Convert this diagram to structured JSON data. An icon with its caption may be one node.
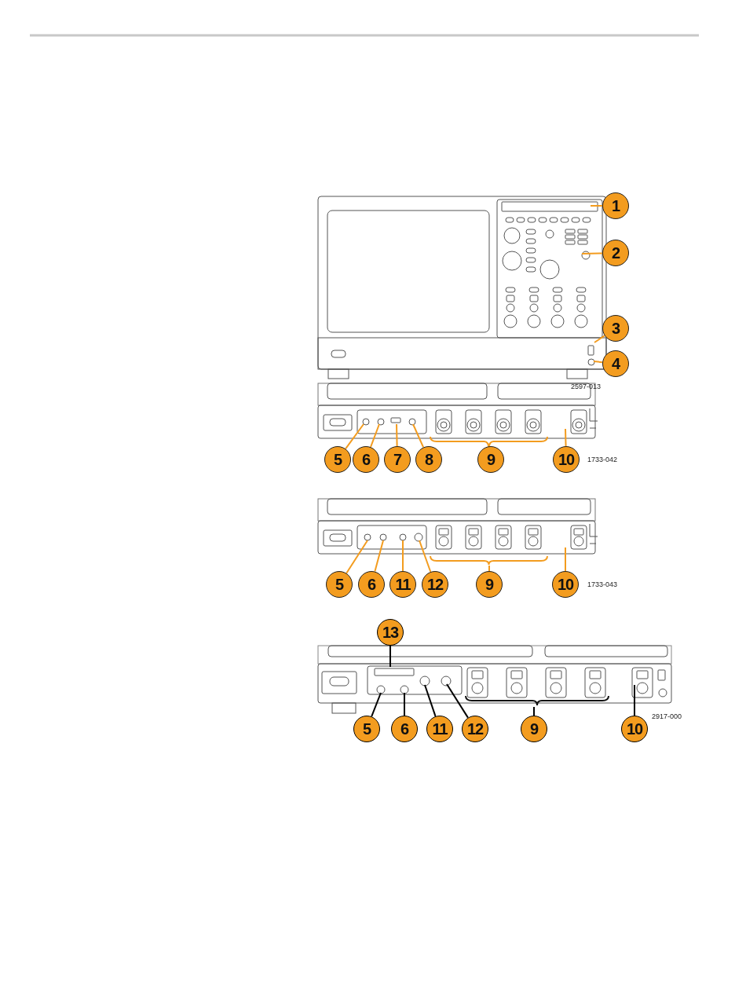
{
  "diagram": {
    "nodes": [
      {
        "text": [
          "1"
        ]
      },
      {
        "text": [
          "2"
        ]
      },
      {
        "text": [
          "3"
        ]
      },
      {
        "text": [
          "4"
        ]
      },
      {
        "text": [
          "5"
        ]
      },
      {
        "text": [
          "6"
        ]
      },
      {
        "text": [
          "7"
        ]
      },
      {
        "text": [
          "8"
        ]
      },
      {
        "text": [
          "9"
        ]
      },
      {
        "text": [
          "10"
        ]
      },
      {
        "text": [
          "5"
        ]
      },
      {
        "text": [
          "6"
        ]
      },
      {
        "text": [
          "11"
        ]
      },
      {
        "text": [
          "12"
        ]
      },
      {
        "text": [
          "9"
        ]
      },
      {
        "text": [
          "10"
        ]
      },
      {
        "text": [
          "13"
        ]
      },
      {
        "text": [
          "5"
        ]
      },
      {
        "text": [
          "6"
        ]
      },
      {
        "text": [
          "11"
        ]
      },
      {
        "text": [
          "12"
        ]
      },
      {
        "text": [
          "9"
        ]
      },
      {
        "text": [
          "10"
        ]
      }
    ],
    "edges": [
      {
        "from": 0,
        "to": null,
        "arrow": "none"
      },
      {
        "from": 1,
        "to": null,
        "arrow": "none"
      },
      {
        "from": 2,
        "to": null,
        "arrow": "none"
      },
      {
        "from": 3,
        "to": null,
        "arrow": "none"
      },
      {
        "from": 4,
        "to": null,
        "arrow": "none"
      },
      {
        "from": 5,
        "to": null,
        "arrow": "none"
      },
      {
        "from": 6,
        "to": null,
        "arrow": "none"
      },
      {
        "from": 7,
        "to": null,
        "arrow": "none"
      },
      {
        "from": 8,
        "to": null,
        "arrow": "none"
      },
      {
        "from": 9,
        "to": null,
        "arrow": "none"
      },
      {
        "from": 10,
        "to": null,
        "arrow": "none"
      },
      {
        "from": 11,
        "to": null,
        "arrow": "none"
      },
      {
        "from": 12,
        "to": null,
        "arrow": "none"
      },
      {
        "from": 13,
        "to": null,
        "arrow": "none"
      },
      {
        "from": 14,
        "to": null,
        "arrow": "none"
      },
      {
        "from": 15,
        "to": null,
        "arrow": "none"
      },
      {
        "from": 16,
        "to": null,
        "arrow": "none",
        "color": "#000000"
      },
      {
        "from": 17,
        "to": null,
        "arrow": "none",
        "color": "#000000"
      },
      {
        "from": 18,
        "to": null,
        "arrow": "none",
        "color": "#000000"
      },
      {
        "from": 19,
        "to": null,
        "arrow": "none",
        "color": "#000000"
      },
      {
        "from": 20,
        "to": null,
        "arrow": "none",
        "color": "#000000"
      },
      {
        "from": 21,
        "to": null,
        "arrow": "none",
        "color": "#000000"
      },
      {
        "from": 22,
        "to": null,
        "arrow": "none",
        "color": "#000000"
      }
    ],
    "labels": [
      "2597-013",
      "1733-042",
      "1733-043",
      "2917-000"
    ]
  }
}
